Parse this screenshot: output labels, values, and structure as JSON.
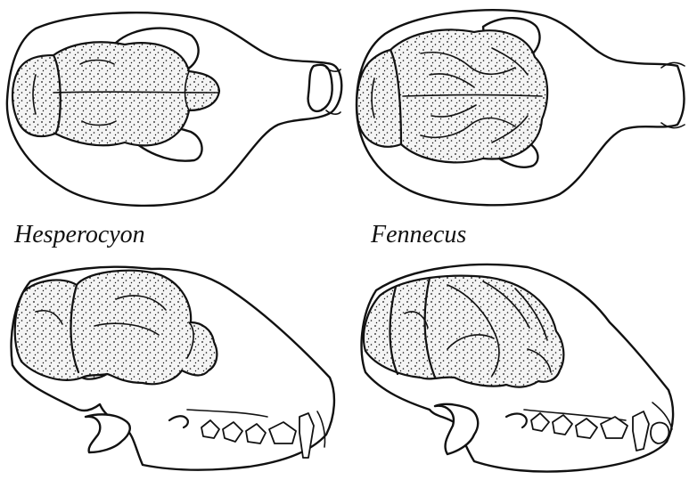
{
  "figure": {
    "labels": {
      "left": "Hesperocyon",
      "right": "Fennecus"
    },
    "views": [
      "dorsal",
      "lateral"
    ],
    "stipple_color": "#111111",
    "line_color": "#111111",
    "background": "#ffffff"
  }
}
